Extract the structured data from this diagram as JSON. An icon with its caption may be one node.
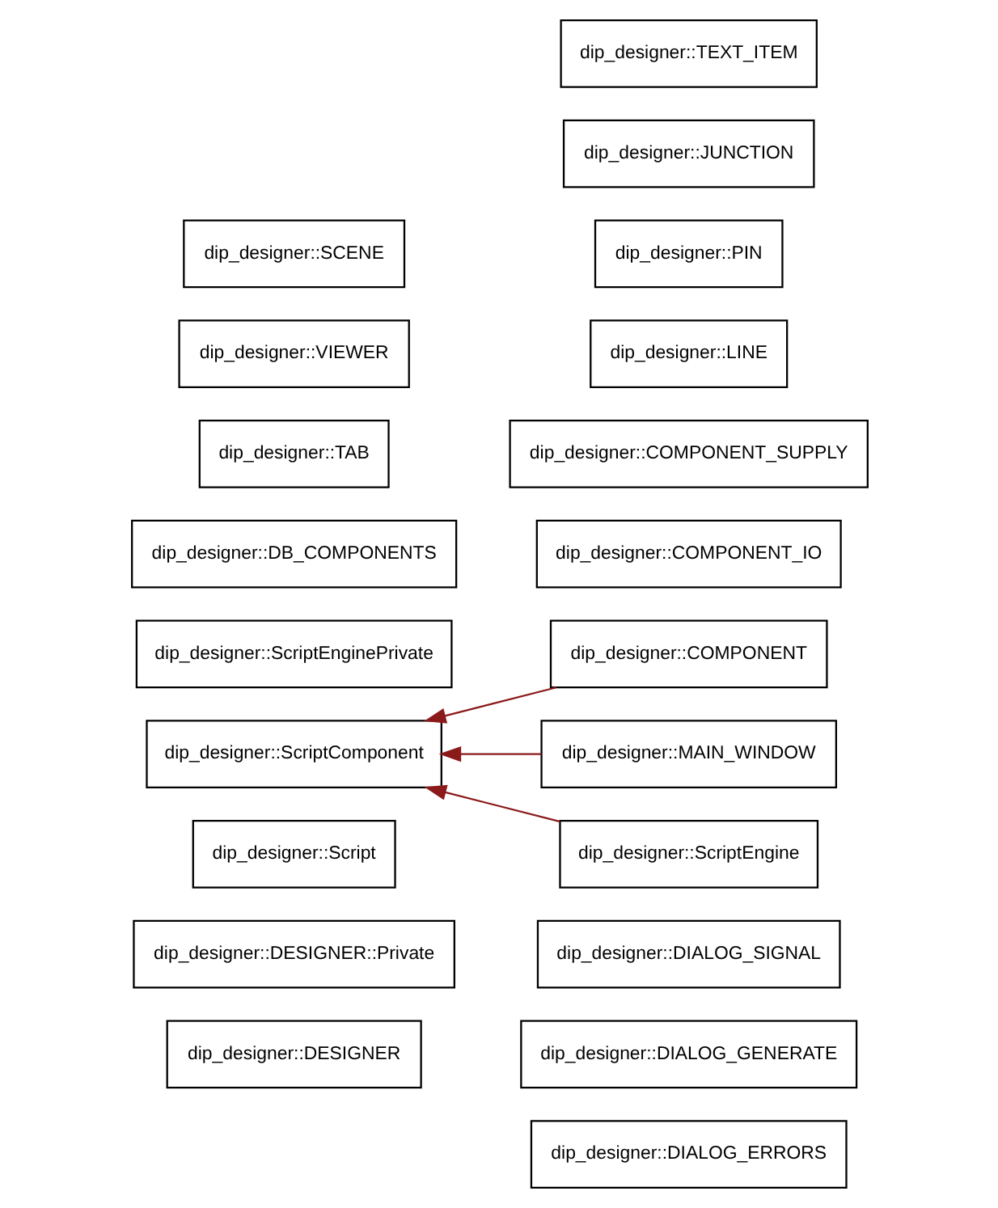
{
  "diagram": {
    "nodes": [
      {
        "text": [
          "dip_designer::DESIGNER"
        ]
      },
      {
        "text": [
          "dip_designer::DIALOG_ERRORS"
        ]
      },
      {
        "text": [
          "dip_designer::DESIGNER::Private"
        ]
      },
      {
        "text": [
          "dip_designer::DIALOG_GENERATE"
        ]
      },
      {
        "text": [
          "dip_designer::Script"
        ]
      },
      {
        "text": [
          "dip_designer::DIALOG_SIGNAL"
        ]
      },
      {
        "text": [
          "dip_designer::COMPONENT"
        ]
      },
      {
        "text": [
          "dip_designer::ScriptComponent"
        ]
      },
      {
        "text": [
          "dip_designer::MAIN_WINDOW"
        ]
      },
      {
        "text": [
          "dip_designer::ScriptEngine"
        ]
      },
      {
        "text": [
          "dip_designer::ScriptEnginePrivate"
        ]
      },
      {
        "text": [
          "dip_designer::DB_COMPONENTS"
        ]
      },
      {
        "text": [
          "dip_designer::COMPONENT_IO"
        ]
      },
      {
        "text": [
          "dip_designer::TAB"
        ]
      },
      {
        "text": [
          "dip_designer::COMPONENT_SUPPLY"
        ]
      },
      {
        "text": [
          "dip_designer::VIEWER"
        ]
      },
      {
        "text": [
          "dip_designer::LINE"
        ]
      },
      {
        "text": [
          "dip_designer::SCENE"
        ]
      },
      {
        "text": [
          "dip_designer::PIN"
        ]
      },
      {
        "text": [
          "dip_designer::JUNCTION"
        ]
      },
      {
        "text": [
          "dip_designer::TEXT_ITEM"
        ]
      }
    ],
    "edges": [
      {
        "from": 6,
        "to": 7,
        "arrow": "to",
        "color": "#8b1a1a"
      },
      {
        "from": 8,
        "to": 7,
        "arrow": "to",
        "color": "#8b1a1a"
      },
      {
        "from": 9,
        "to": 7,
        "arrow": "to",
        "color": "#8b1a1a"
      }
    ]
  }
}
